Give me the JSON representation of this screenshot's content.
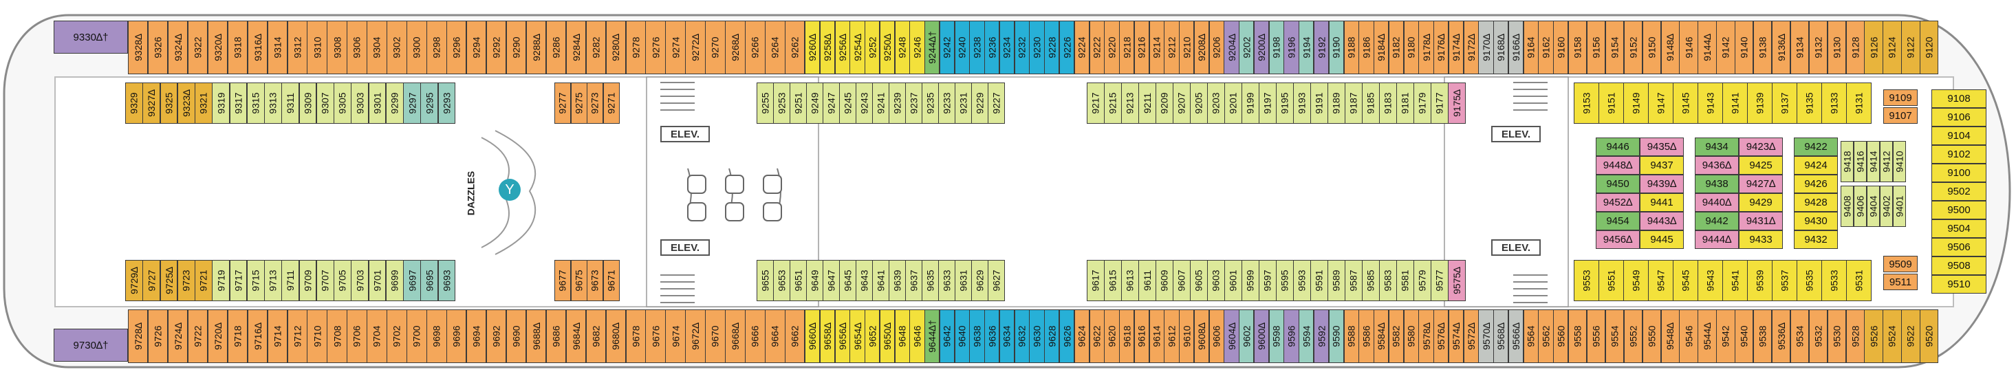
{
  "colors": {
    "orange": "#f4a75a",
    "mustard": "#e8b43c",
    "yellow": "#f3e13b",
    "lime": "#dde99a",
    "green": "#7fc16a",
    "blue": "#27b0d7",
    "teal": "#99cfc0",
    "pink": "#e89bbd",
    "purple": "#a58fc4",
    "gray": "#c2c6c2"
  },
  "labels": {
    "elev": "ELEV.",
    "venue": "DAZZLES"
  },
  "suite_labels": {
    "fwd_top": "9330∆†",
    "fwd_bottom": "9730∆†"
  },
  "rows": {
    "r1": {
      "orange": [
        "9328∆",
        "9326",
        "9324∆",
        "9322",
        "9320∆",
        "9318",
        "9316∆",
        "9314",
        "9312",
        "9310",
        "9308",
        "9306",
        "9304",
        "9302",
        "9300",
        "9298",
        "9296",
        "9294",
        "9292",
        "9290",
        "9288∆",
        "9286",
        "9284∆",
        "9282",
        "9280∆",
        "9278",
        "9276",
        "9274",
        "9272∆",
        "9270",
        "9268∆",
        "9266",
        "9264",
        "9262"
      ],
      "center": [
        "9260∆",
        "9258∆",
        "9256∆",
        "9254∆",
        "9252",
        "9250∆",
        "9248",
        "9246",
        "9244∆†",
        "9242",
        "9240",
        "9238",
        "9236",
        "9234",
        "9232",
        "9230",
        "9228",
        "9226",
        "9224",
        "9222",
        "9220",
        "9218",
        "9216",
        "9214",
        "9212",
        "9210",
        "9208∆",
        "9206",
        "9204∆",
        "9202",
        "9200∆",
        "9198",
        "9196",
        "9194",
        "9192",
        "9190",
        "9188",
        "9186",
        "9184∆",
        "9182",
        "9180",
        "9178∆",
        "9176∆",
        "9174∆",
        "9172∆",
        "9170∆",
        "9168∆",
        "9166∆",
        "9164",
        "9162",
        "9160"
      ],
      "aft": [
        "9158",
        "9156",
        "9154",
        "9152",
        "9150",
        "9148∆",
        "9146",
        "9144∆",
        "9142",
        "9140",
        "9138",
        "9136∆",
        "9134",
        "9132",
        "9130",
        "9128",
        "9126",
        "9124",
        "9122",
        "9120"
      ]
    },
    "r4": {
      "orange": [
        "9728∆",
        "9726",
        "9724∆",
        "9722",
        "9720∆",
        "9718",
        "9716∆",
        "9714",
        "9712",
        "9710",
        "9708",
        "9706",
        "9704",
        "9702",
        "9700",
        "9698",
        "9696",
        "9694",
        "9692",
        "9690",
        "9688∆",
        "9686",
        "9684∆",
        "9682",
        "9680∆",
        "9678",
        "9676",
        "9674",
        "9672∆",
        "9670",
        "9668∆",
        "9666",
        "9664",
        "9662"
      ],
      "center": [
        "9660∆",
        "9658∆",
        "9656∆",
        "9654∆",
        "9652",
        "9650∆",
        "9648",
        "9646",
        "9644∆†",
        "9642",
        "9640",
        "9638",
        "9636",
        "9634",
        "9632",
        "9630",
        "9628",
        "9626",
        "9624",
        "9622",
        "9620",
        "9618",
        "9616",
        "9614",
        "9612",
        "9610",
        "9608∆",
        "9606",
        "9604∆",
        "9602",
        "9600∆",
        "9598",
        "9596",
        "9594",
        "9592",
        "9590",
        "9588",
        "9586",
        "9584∆",
        "9582",
        "9580",
        "9578∆",
        "9576∆",
        "9574∆",
        "9572∆",
        "9570∆",
        "9568∆",
        "9566∆",
        "9564",
        "9562",
        "9560"
      ],
      "aft": [
        "9558",
        "9556",
        "9554",
        "9552",
        "9550",
        "9548∆",
        "9546",
        "9544∆",
        "9542",
        "9540",
        "9538",
        "9536∆",
        "9534",
        "9532",
        "9530",
        "9528",
        "9526",
        "9524",
        "9522",
        "9520"
      ]
    },
    "r2": {
      "left": [
        "9329",
        "9327∆",
        "9325",
        "9323∆",
        "9321",
        "9319",
        "9317",
        "9315",
        "9313",
        "9311",
        "9309",
        "9307",
        "9305",
        "9303",
        "9301",
        "9299",
        "9297",
        "9295",
        "9293"
      ],
      "mid": [
        "9277",
        "9275",
        "9273",
        "9271"
      ],
      "center": [
        "9255",
        "9253",
        "9251",
        "9249",
        "9247",
        "9245",
        "9243",
        "9241",
        "9239",
        "9237",
        "9235",
        "9233",
        "9231",
        "9229",
        "9227"
      ],
      "right": [
        "9217",
        "9215",
        "9213",
        "9211",
        "9209",
        "9207",
        "9205",
        "9203",
        "9201",
        "9199",
        "9197",
        "9195",
        "9193",
        "9191",
        "9189",
        "9187",
        "9185",
        "9183",
        "9181",
        "9179",
        "9177",
        "9175∆"
      ],
      "aft": [
        "9153",
        "9151",
        "9149",
        "9147",
        "9145",
        "9143",
        "9141",
        "9139",
        "9137",
        "9135",
        "9133",
        "9131"
      ]
    },
    "r3": {
      "left": [
        "9729∆",
        "9727",
        "9725∆",
        "9723",
        "9721",
        "9719",
        "9717",
        "9715",
        "9713",
        "9711",
        "9709",
        "9707",
        "9705",
        "9703",
        "9701",
        "9699",
        "9697",
        "9695",
        "9693"
      ],
      "mid": [
        "9677",
        "9675",
        "9673",
        "9671"
      ],
      "center": [
        "9655",
        "9653",
        "9651",
        "9649",
        "9647",
        "9645",
        "9643",
        "9641",
        "9639",
        "9637",
        "9635",
        "9633",
        "9631",
        "9629",
        "9627"
      ],
      "right": [
        "9617",
        "9615",
        "9613",
        "9611",
        "9609",
        "9607",
        "9605",
        "9603",
        "9601",
        "9599",
        "9597",
        "9595",
        "9593",
        "9591",
        "9589",
        "9587",
        "9585",
        "9583",
        "9581",
        "9579",
        "9577",
        "9575∆"
      ],
      "aft": [
        "9553",
        "9551",
        "9549",
        "9547",
        "9545",
        "9543",
        "9541",
        "9539",
        "9537",
        "9535",
        "9533",
        "9531"
      ]
    },
    "inner": {
      "col1": [
        "9446",
        "9448∆",
        "9450",
        "9452∆",
        "9454",
        "9456∆"
      ],
      "col2": [
        "9435∆",
        "9437",
        "9439∆",
        "9441",
        "9443∆",
        "9445"
      ],
      "col3": [
        "9434",
        "9436∆",
        "9438",
        "9440∆",
        "9442",
        "9444∆"
      ],
      "col4": [
        "9423∆",
        "9425",
        "9427∆",
        "9429",
        "9431∆",
        "9433"
      ],
      "col5": [
        "9422",
        "9424",
        "9426",
        "9428",
        "9430",
        "9432"
      ],
      "vert": [
        "9418",
        "9416",
        "9414",
        "9412",
        "9410",
        "9408",
        "9406",
        "9404",
        "9402",
        "9401"
      ]
    },
    "bow": {
      "sq": [
        "9109",
        "9107",
        "9509",
        "9511"
      ],
      "right": [
        "9108",
        "9106",
        "9104",
        "9102",
        "9100",
        "9502",
        "9500",
        "9504",
        "9506",
        "9508",
        "9510"
      ]
    }
  }
}
